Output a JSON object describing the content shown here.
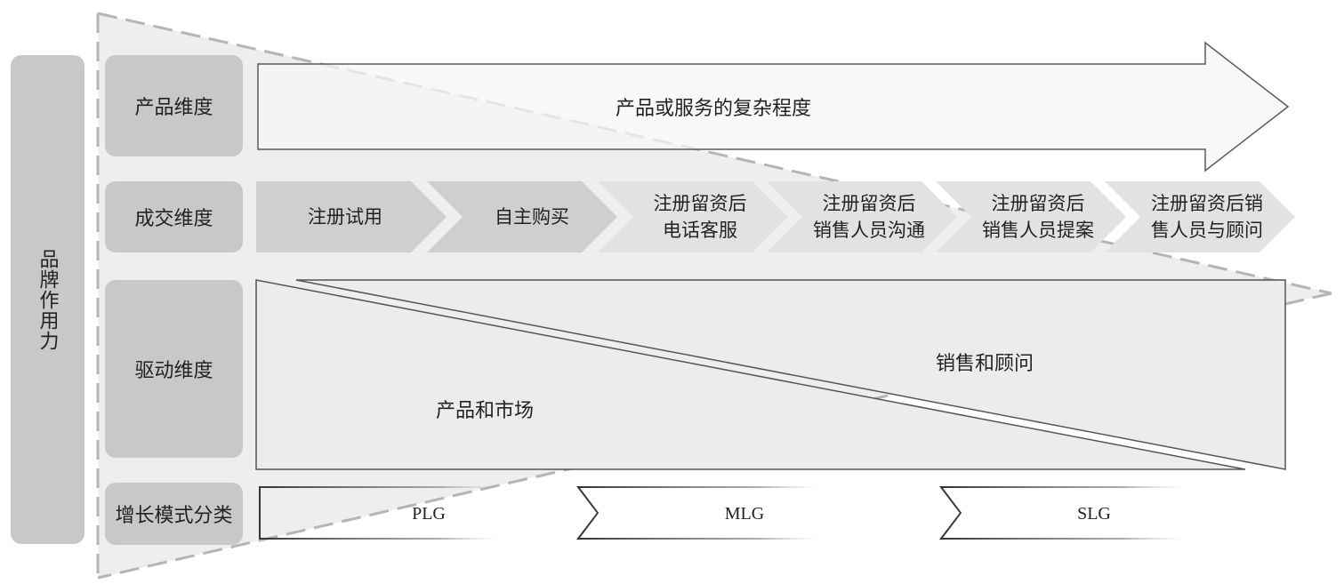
{
  "side_label": "品牌作用力",
  "dimensions": {
    "product": "产品维度",
    "deal": "成交维度",
    "driver": "驱动维度",
    "growth": "增长模式分类"
  },
  "product_arrow_label": "产品或服务的复杂程度",
  "deal_steps": [
    "注册试用",
    "自主购买",
    "注册留资后\n电话客服",
    "注册留资后\n销售人员沟通",
    "注册留资后\n销售人员提案",
    "注册留资后销\n售人员与顾问"
  ],
  "driver_labels": {
    "left": "产品和市场",
    "right": "销售和顾问"
  },
  "growth_modes": [
    "PLG",
    "MLG",
    "SLG"
  ],
  "colors": {
    "wedge": "#eeeeee",
    "box": "#c8c8c8",
    "chevron_dark": "#cfcfcf",
    "chevron_light": "#e2e2e2",
    "line": "#555555"
  }
}
